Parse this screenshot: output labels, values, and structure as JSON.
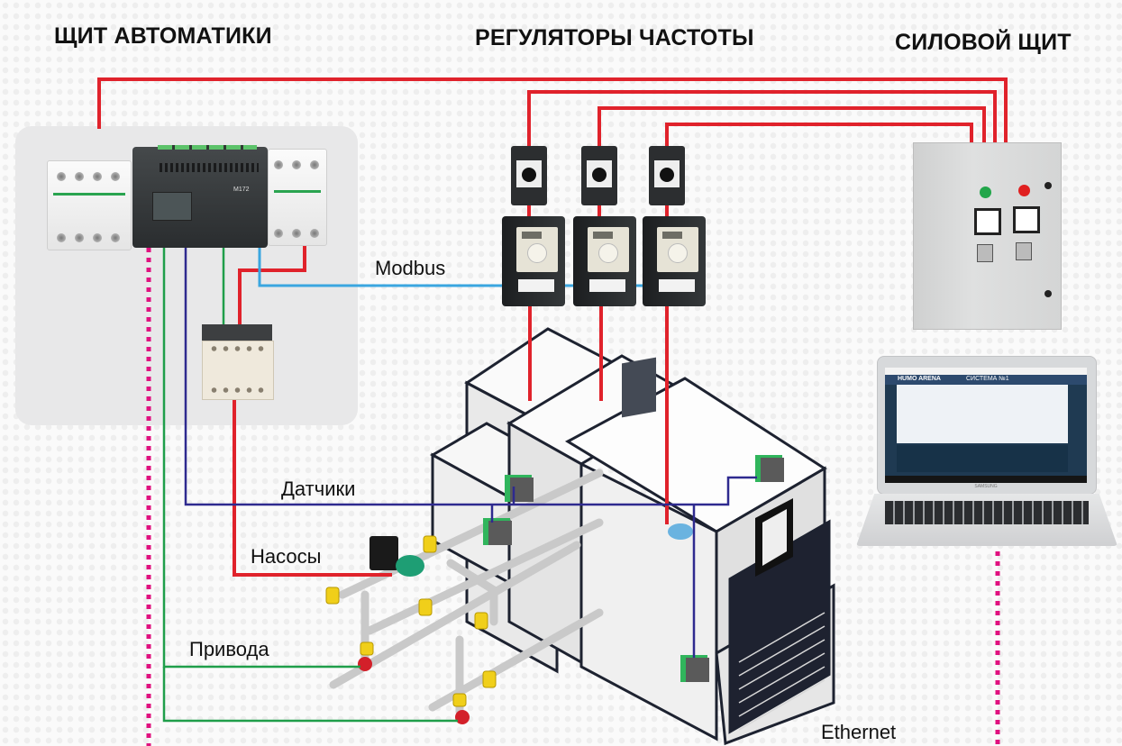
{
  "headers": {
    "automation_panel": "ЩИТ АВТОМАТИКИ",
    "frequency_regulators": "РЕГУЛЯТОРЫ ЧАСТОТЫ",
    "power_panel": "СИЛОВОЙ ЩИТ"
  },
  "connection_labels": {
    "modbus": "Modbus",
    "sensors": "Датчики",
    "pumps": "Насосы",
    "actuators": "Привода",
    "ethernet": "Ethernet"
  },
  "devices": {
    "plc_model": "M172",
    "vfd_count": 3,
    "laptop_screen_title": "HUMO ARENA",
    "laptop_screen_subtitle": "СИСТЕМА №1",
    "laptop_brand": "SAMSUNG"
  },
  "wire_colors": {
    "power": "#e0222b",
    "modbus": "#3aa6e0",
    "sensors": "#2e2a8f",
    "actuators": "#1f9e4a",
    "ethernet": "#e0117f"
  },
  "icons": [
    "circuit-breaker-icon",
    "plc-controller-icon",
    "contactor-icon",
    "motor-protection-switch-icon",
    "frequency-drive-icon",
    "power-cabinet-icon",
    "laptop-icon",
    "air-handling-unit-icon",
    "pump-icon",
    "valve-actuator-icon",
    "sensor-icon"
  ]
}
